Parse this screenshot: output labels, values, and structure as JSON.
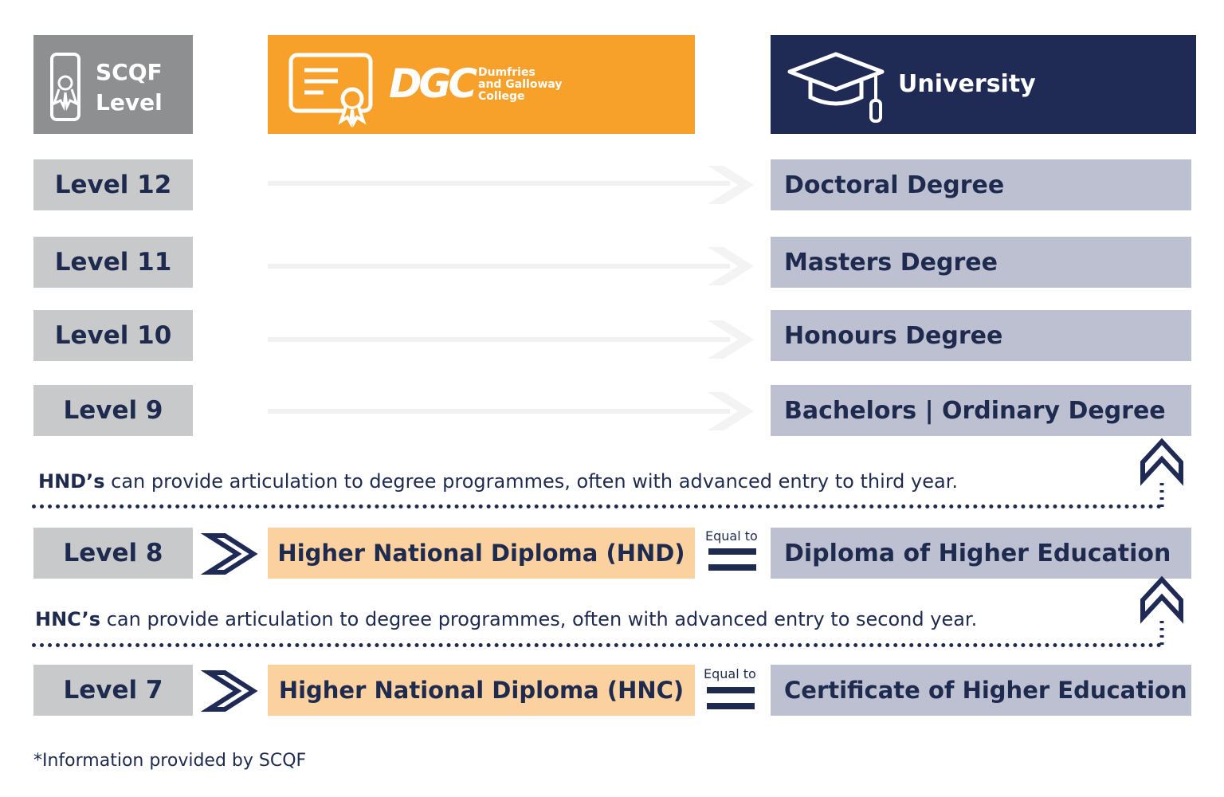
{
  "header": {
    "scqf_title_line1": "SCQF",
    "scqf_title_line2": "Level",
    "dgc_logo_text": "DGC",
    "dgc_name_line1": "Dumfries",
    "dgc_name_line2": "and Galloway",
    "dgc_name_line3": "College",
    "university_title": "University"
  },
  "rows": [
    {
      "level": "Level 12",
      "university": "Doctoral Degree"
    },
    {
      "level": "Level 11",
      "university": "Masters Degree"
    },
    {
      "level": "Level 10",
      "university": "Honours Degree"
    },
    {
      "level": "Level 9",
      "university": "Bachelors | Ordinary Degree"
    },
    {
      "level": "Level 8",
      "college": "Higher National Diploma (HND)",
      "equal_label": "Equal to",
      "university": "Diploma of Higher Education"
    },
    {
      "level": "Level 7",
      "college": "Higher National Diploma (HNC)",
      "equal_label": "Equal to",
      "university": "Certificate of Higher Education"
    }
  ],
  "notes": {
    "hnd_bold": "HND’s",
    "hnd_text": " can provide articulation to degree programmes, often with advanced entry to third year.",
    "hnc_bold": "HNC’s",
    "hnc_text": " can provide articulation to degree programmes, often with advanced entry to second year."
  },
  "footer": "*Information provided by SCQF",
  "colors": {
    "navy": "#1f2a55",
    "orange": "#f7a02a",
    "light_orange": "#fbd1a0",
    "grey": "#8e8f91",
    "light_grey": "#c8c9cb",
    "lavender": "#bcc0d0"
  },
  "icons": [
    "certificate-icon",
    "diploma-icon",
    "graduation-cap-icon",
    "chevron-right-icon",
    "double-chevron-up-icon",
    "equals-icon"
  ]
}
